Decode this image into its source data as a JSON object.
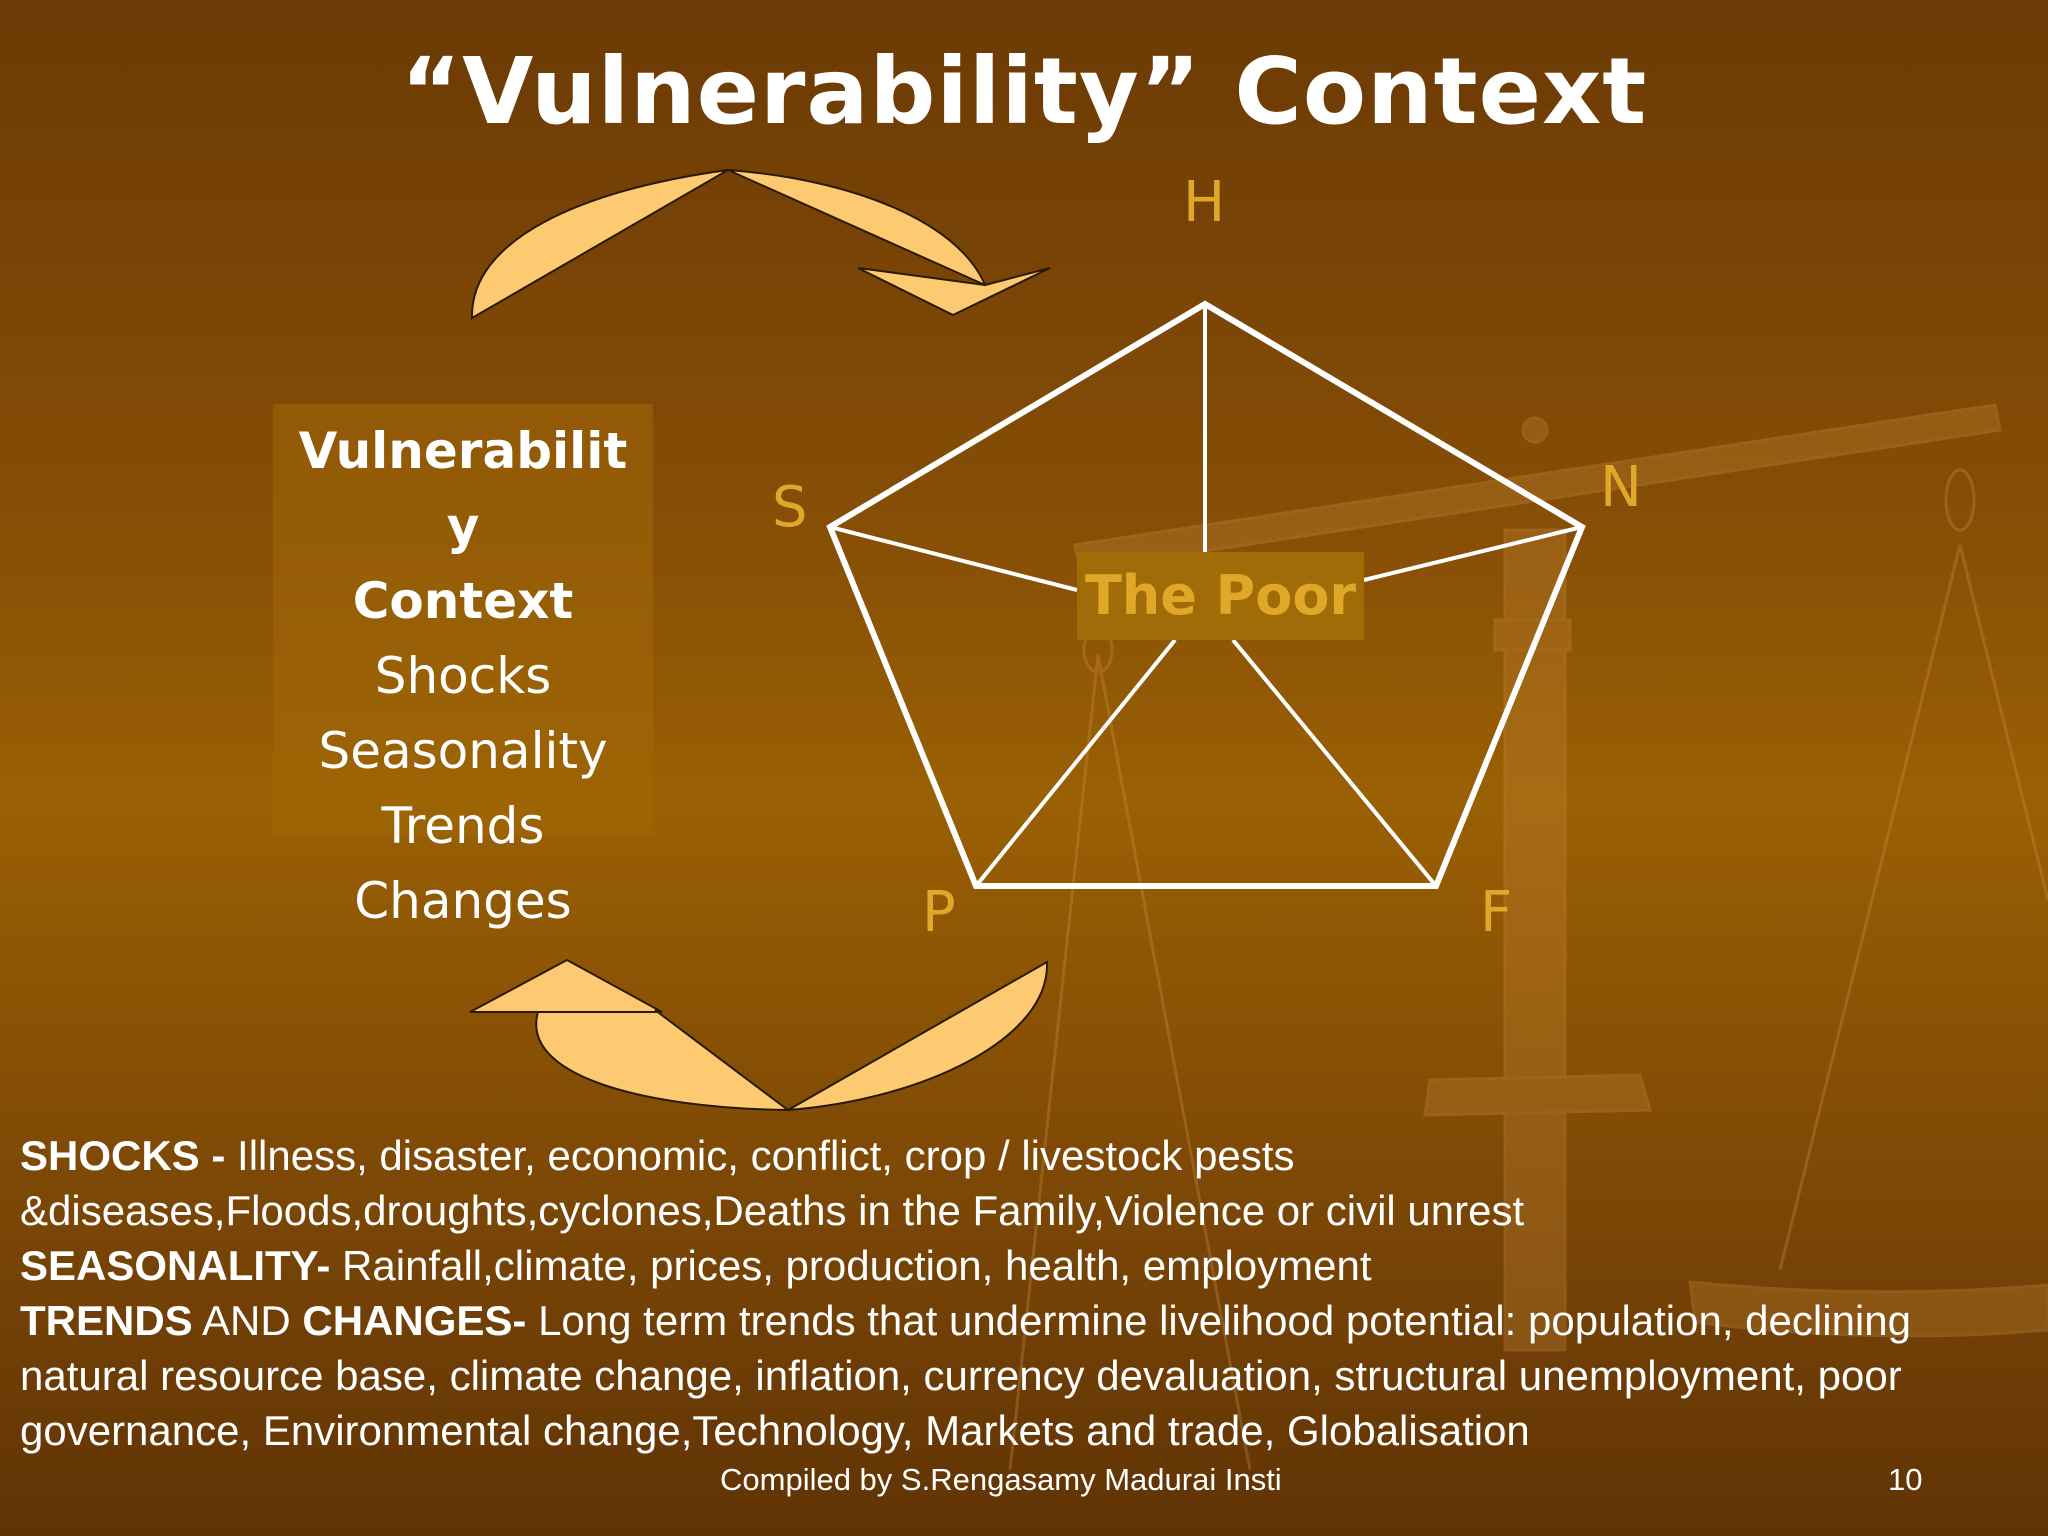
{
  "slide": {
    "title": "“Vulnerability” Context",
    "page_number": "10",
    "footer": "Compiled by S.Rengasamy Madurai Insti"
  },
  "context_box": {
    "heading_line1": "Vulnerabilit",
    "heading_line2": "y",
    "heading_line3": "Context",
    "items": [
      "Shocks",
      "Seasonality",
      "Trends",
      "Changes"
    ]
  },
  "pentagon": {
    "vertex_labels": {
      "top": "H",
      "right": "N",
      "bottom_right": "F",
      "bottom_left": "P",
      "left": "S"
    },
    "center_label": "The Poor"
  },
  "notes": {
    "shocks_label": "SHOCKS -",
    "shocks_text": " Illness, disaster, economic, conflict, crop / livestock pests &diseases,Floods,droughts,cyclones,Deaths in the Family,Violence or civil unrest",
    "seasonality_label": "SEASONALITY-",
    "seasonality_text": " Rainfall,climate, prices, production, health, employment",
    "trends_label": "TRENDS",
    "and_text": " AND ",
    "changes_label": "CHANGES-",
    "trends_text": " Long term trends that undermine livelihood potential: population, declining natural resource base, climate change, inflation, currency devaluation, structural unemployment, poor governance, Environmental change,Technology, Markets and trade, Globalisation"
  },
  "colors": {
    "background": "#874f06",
    "arrow_fill": "#fdc971",
    "label_gold": "#e0a829",
    "box_fill": "#a06c08",
    "text": "#ffffff"
  }
}
